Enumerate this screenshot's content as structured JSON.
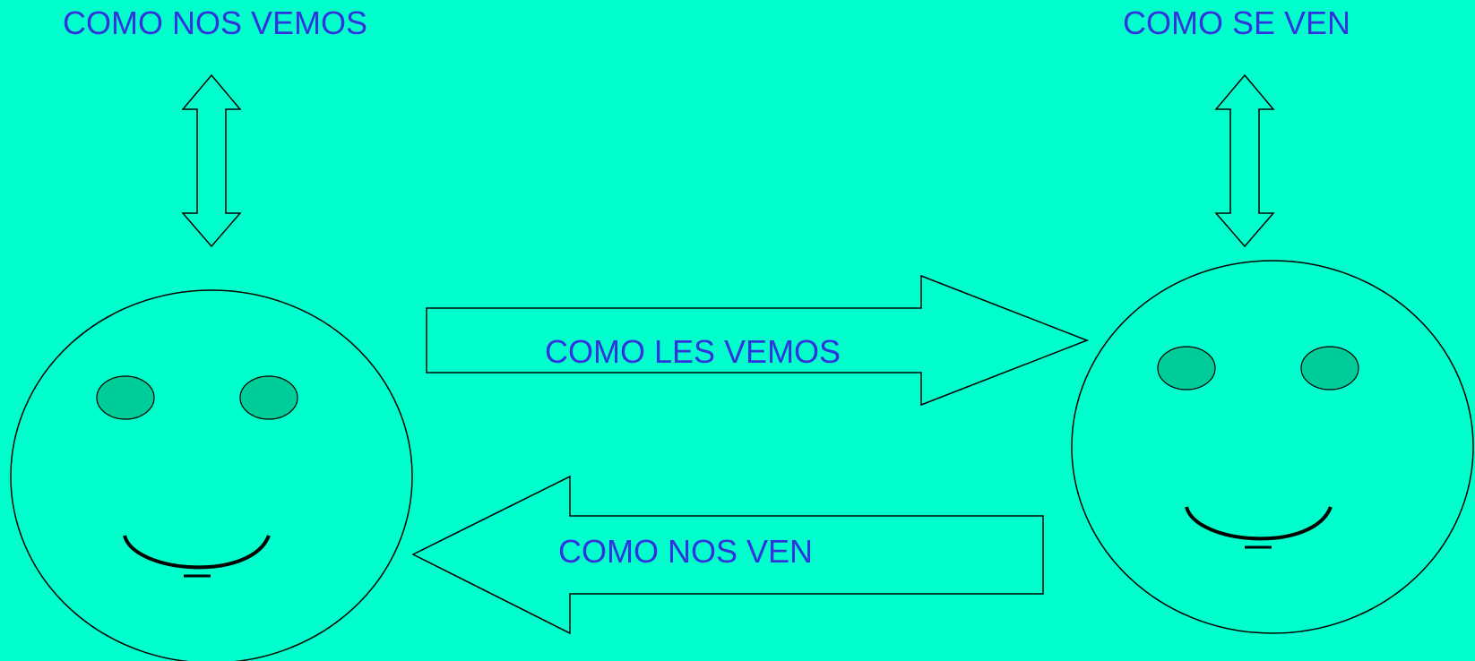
{
  "labels": {
    "top_left": "COMO NOS VEMOS",
    "top_right": "COMO SE VEN",
    "right_arrow": "COMO LES VEMOS",
    "left_arrow": "COMO NOS VEN"
  },
  "colors": {
    "background": "#00ffcc",
    "text": "#3333dd",
    "eye_fill": "#00cc99",
    "outline": "#000000"
  }
}
